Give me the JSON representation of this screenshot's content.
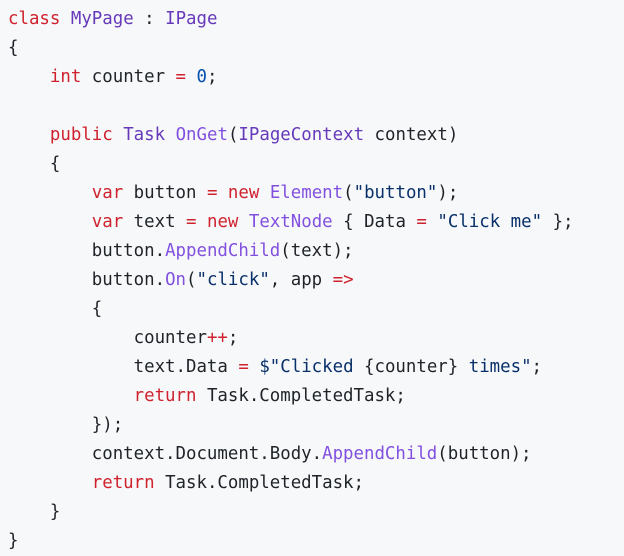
{
  "colors": {
    "background": "#f6f8fa",
    "plain": "#1f2328",
    "keyword": "#cf222e",
    "type": "#6639ba",
    "function": "#8250df",
    "number": "#0550ae",
    "string": "#0a3069"
  },
  "code": {
    "language": "csharp",
    "lines": [
      [
        {
          "t": "class",
          "c": "kw"
        },
        {
          "t": " ",
          "c": "plain"
        },
        {
          "t": "MyPage",
          "c": "ty"
        },
        {
          "t": " : ",
          "c": "plain"
        },
        {
          "t": "IPage",
          "c": "ty"
        }
      ],
      [
        {
          "t": "{",
          "c": "plain"
        }
      ],
      [
        {
          "t": "    ",
          "c": "plain"
        },
        {
          "t": "int",
          "c": "kw"
        },
        {
          "t": " counter ",
          "c": "plain"
        },
        {
          "t": "=",
          "c": "kw"
        },
        {
          "t": " ",
          "c": "plain"
        },
        {
          "t": "0",
          "c": "num"
        },
        {
          "t": ";",
          "c": "plain"
        }
      ],
      [],
      [
        {
          "t": "    ",
          "c": "plain"
        },
        {
          "t": "public",
          "c": "kw"
        },
        {
          "t": " ",
          "c": "plain"
        },
        {
          "t": "Task",
          "c": "ty"
        },
        {
          "t": " ",
          "c": "plain"
        },
        {
          "t": "OnGet",
          "c": "fn"
        },
        {
          "t": "(",
          "c": "plain"
        },
        {
          "t": "IPageContext",
          "c": "ty"
        },
        {
          "t": " context)",
          "c": "plain"
        }
      ],
      [
        {
          "t": "    {",
          "c": "plain"
        }
      ],
      [
        {
          "t": "        ",
          "c": "plain"
        },
        {
          "t": "var",
          "c": "kw"
        },
        {
          "t": " button ",
          "c": "plain"
        },
        {
          "t": "=",
          "c": "kw"
        },
        {
          "t": " ",
          "c": "plain"
        },
        {
          "t": "new",
          "c": "kw"
        },
        {
          "t": " ",
          "c": "plain"
        },
        {
          "t": "Element",
          "c": "fn"
        },
        {
          "t": "(",
          "c": "plain"
        },
        {
          "t": "\"button\"",
          "c": "str"
        },
        {
          "t": ");",
          "c": "plain"
        }
      ],
      [
        {
          "t": "        ",
          "c": "plain"
        },
        {
          "t": "var",
          "c": "kw"
        },
        {
          "t": " text ",
          "c": "plain"
        },
        {
          "t": "=",
          "c": "kw"
        },
        {
          "t": " ",
          "c": "plain"
        },
        {
          "t": "new",
          "c": "kw"
        },
        {
          "t": " ",
          "c": "plain"
        },
        {
          "t": "TextNode",
          "c": "fn"
        },
        {
          "t": " { Data ",
          "c": "plain"
        },
        {
          "t": "=",
          "c": "kw"
        },
        {
          "t": " ",
          "c": "plain"
        },
        {
          "t": "\"Click me\"",
          "c": "str"
        },
        {
          "t": " };",
          "c": "plain"
        }
      ],
      [
        {
          "t": "        button.",
          "c": "plain"
        },
        {
          "t": "AppendChild",
          "c": "fn"
        },
        {
          "t": "(text);",
          "c": "plain"
        }
      ],
      [
        {
          "t": "        button.",
          "c": "plain"
        },
        {
          "t": "On",
          "c": "fn"
        },
        {
          "t": "(",
          "c": "plain"
        },
        {
          "t": "\"click\"",
          "c": "str"
        },
        {
          "t": ", app ",
          "c": "plain"
        },
        {
          "t": "=>",
          "c": "kw"
        }
      ],
      [
        {
          "t": "        {",
          "c": "plain"
        }
      ],
      [
        {
          "t": "            counter",
          "c": "plain"
        },
        {
          "t": "++",
          "c": "kw"
        },
        {
          "t": ";",
          "c": "plain"
        }
      ],
      [
        {
          "t": "            text.Data ",
          "c": "plain"
        },
        {
          "t": "=",
          "c": "kw"
        },
        {
          "t": " ",
          "c": "plain"
        },
        {
          "t": "$\"Clicked ",
          "c": "str"
        },
        {
          "t": "{counter}",
          "c": "plain"
        },
        {
          "t": " times\"",
          "c": "str"
        },
        {
          "t": ";",
          "c": "plain"
        }
      ],
      [
        {
          "t": "            ",
          "c": "plain"
        },
        {
          "t": "return",
          "c": "kw"
        },
        {
          "t": " Task.CompletedTask;",
          "c": "plain"
        }
      ],
      [
        {
          "t": "        });",
          "c": "plain"
        }
      ],
      [
        {
          "t": "        context.Document.Body.",
          "c": "plain"
        },
        {
          "t": "AppendChild",
          "c": "fn"
        },
        {
          "t": "(button);",
          "c": "plain"
        }
      ],
      [
        {
          "t": "        ",
          "c": "plain"
        },
        {
          "t": "return",
          "c": "kw"
        },
        {
          "t": " Task.CompletedTask;",
          "c": "plain"
        }
      ],
      [
        {
          "t": "    }",
          "c": "plain"
        }
      ],
      [
        {
          "t": "}",
          "c": "plain"
        }
      ]
    ]
  }
}
